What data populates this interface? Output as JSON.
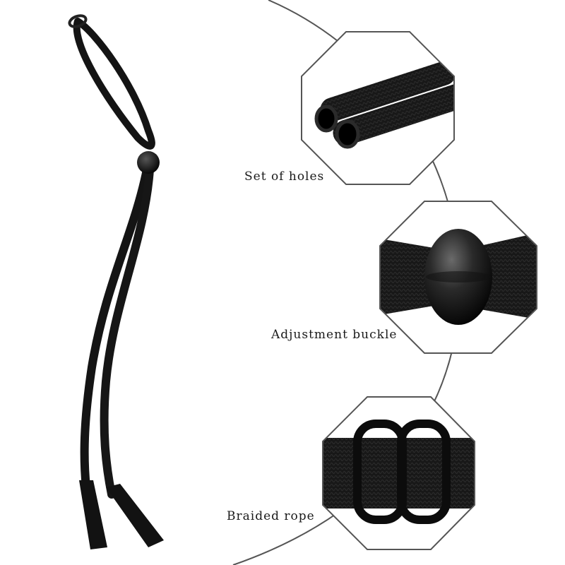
{
  "callouts": {
    "holes": {
      "label": "Set of holes"
    },
    "buckle": {
      "label": "Adjustment buckle"
    },
    "rope": {
      "label": "Braided rope"
    }
  },
  "colors": {
    "background": "#ffffff",
    "strap": "#141414",
    "frame": "#555555",
    "label_text": "#1a1a1a"
  }
}
